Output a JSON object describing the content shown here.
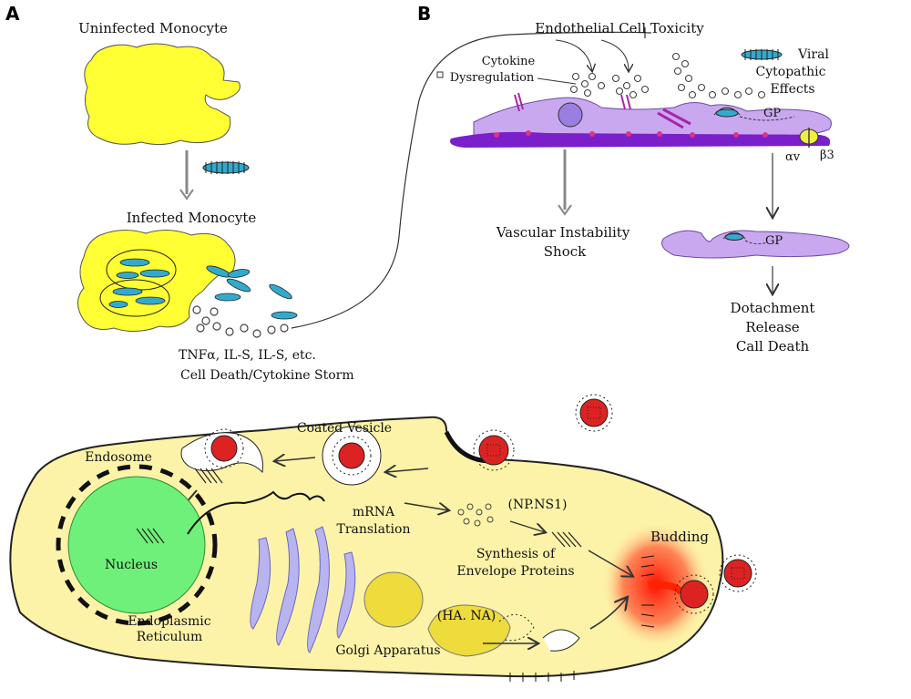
{
  "panels": {
    "a": "A",
    "b": "B"
  },
  "panelA": {
    "uninfected": "Uninfected Monocyte",
    "infected": "Infected Monocyte",
    "cytokines": "TNFα, IL-S, IL-S, etc.",
    "storm": "Cell Death/Cytokine Storm"
  },
  "panelB": {
    "title": "Endothelial Cell Toxicity",
    "cytokine_line1": "Cytokine",
    "cytokine_line2": "Dysregulation",
    "viral_line1": "Viral",
    "viral_line2": "Cytopathic",
    "viral_line3": "Effects",
    "gp": "GP",
    "gp2": "GP",
    "alpha_v": "αv",
    "beta3": "β3",
    "vascular_line1": "Vascular Instability",
    "vascular_line2": "Shock",
    "detach_line1": "Dotachment",
    "detach_line2": "Release",
    "detach_line3": "Call Death"
  },
  "panelC": {
    "coated_vesicle": "Coated Vesicle",
    "endosome": "Endosome",
    "mrna_line1": "mRNA",
    "mrna_line2": "Translation",
    "np": "(NP.NS1)",
    "nucleus": "Nucleus",
    "budding": "Budding",
    "synthesis_line1": "Synthesis of",
    "synthesis_line2": "Envelope Proteins",
    "er_line1": "Endoplasmic",
    "er_line2": "Reticulum",
    "hana": "(HA. NA)",
    "golgi": "Golgi Apparatus"
  },
  "colors": {
    "monocyte": "#ffff33",
    "virion": "#33aacc",
    "endothelial": "#c9a8f0",
    "membrane": "#7a1fc9",
    "cell": "#fdf3a8",
    "nucleus": "#6ff07a",
    "virus": "#dd2222",
    "budding": "#ff2200"
  }
}
